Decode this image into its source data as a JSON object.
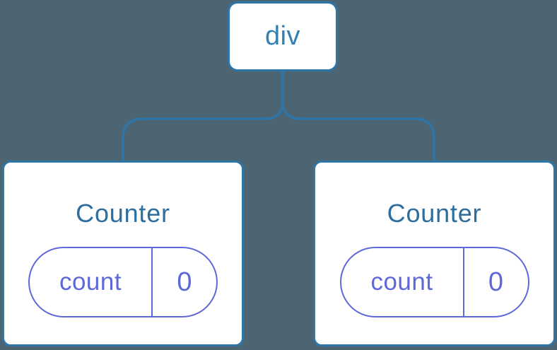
{
  "colors": {
    "background": "#4d6572",
    "node_border": "#2e76a8",
    "node_background": "#ffffff",
    "connector_line": "#2e76a8",
    "root_label_text": "#3381b3",
    "component_title_text": "#2e6e9e",
    "state_accent": "#5f68d8"
  },
  "tree": {
    "root": {
      "label": "div"
    },
    "children": [
      {
        "title": "Counter",
        "state": {
          "key": "count",
          "value": "0"
        }
      },
      {
        "title": "Counter",
        "state": {
          "key": "count",
          "value": "0"
        }
      }
    ]
  }
}
